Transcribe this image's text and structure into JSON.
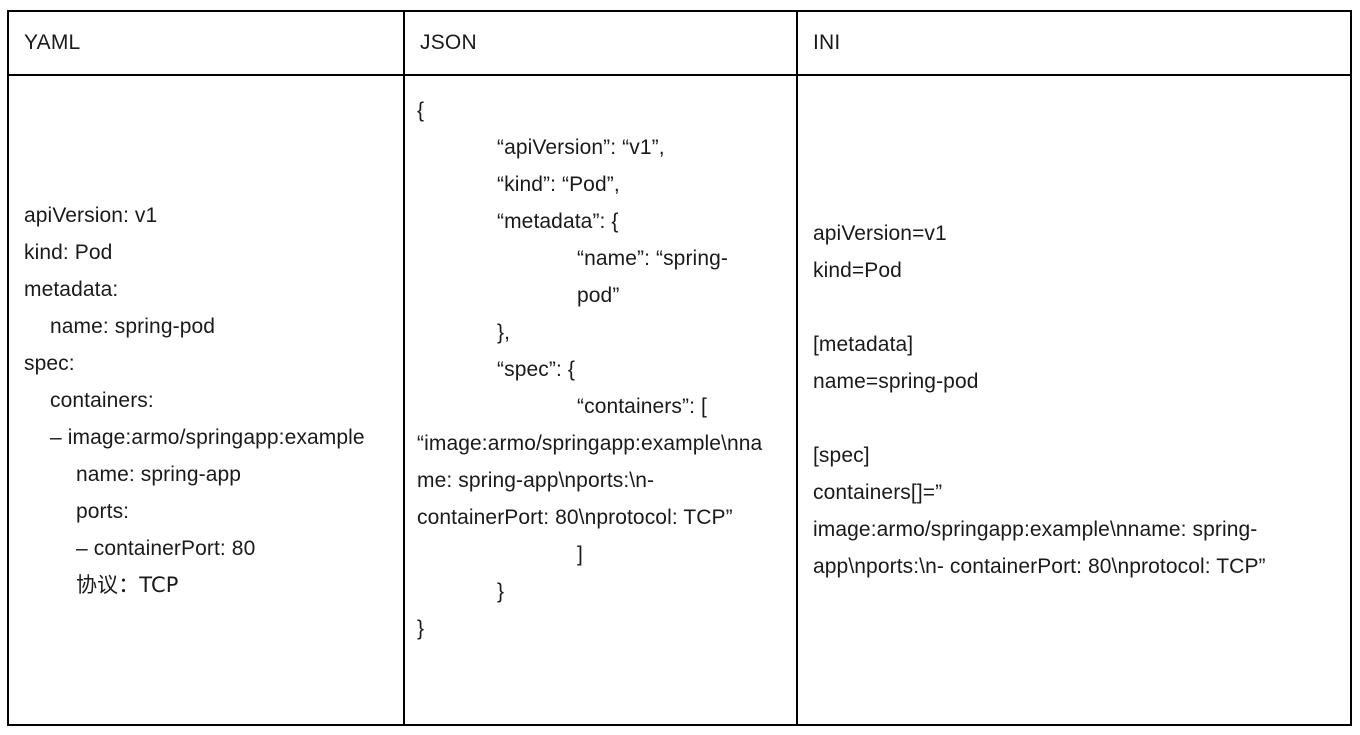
{
  "table": {
    "columns": [
      {
        "id": "yaml",
        "header": "YAML"
      },
      {
        "id": "json",
        "header": "JSON"
      },
      {
        "id": "ini",
        "header": "INI"
      }
    ],
    "border_color": "#000000",
    "text_color": "#1a1a1a",
    "background_color": "#ffffff"
  },
  "yaml": {
    "lines": [
      {
        "text": "apiVersion: v1",
        "indent": 0
      },
      {
        "text": "kind: Pod",
        "indent": 0
      },
      {
        "text": "metadata:",
        "indent": 0
      },
      {
        "text": "name: spring-pod",
        "indent": 1
      },
      {
        "text": "spec:",
        "indent": 0
      },
      {
        "text": "containers:",
        "indent": 1
      },
      {
        "text": "– image:armo/springapp:example",
        "indent": 1
      },
      {
        "text": "name: spring-app",
        "indent": 2
      },
      {
        "text": "ports:",
        "indent": 2
      },
      {
        "text": "– containerPort: 80",
        "indent": 2
      },
      {
        "text": "协议：TCP",
        "indent": 2
      }
    ]
  },
  "json": {
    "lines": [
      {
        "text": "{",
        "indent": 0
      },
      {
        "text": "“apiVersion”: “v1”,",
        "indent": 1
      },
      {
        "text": "“kind”: “Pod”,",
        "indent": 1
      },
      {
        "text": "“metadata”: {",
        "indent": 1
      },
      {
        "text": "“name”: “spring-pod”",
        "indent": 2
      },
      {
        "text": "},",
        "indent": 1
      },
      {
        "text": "“spec”: {",
        "indent": 1
      },
      {
        "text": "“containers”: [",
        "indent": 2
      },
      {
        "text": "“image:armo/springapp:example\\nname: spring-app\\nports:\\n- containerPort: 80\\nprotocol: TCP”",
        "indent": 0
      },
      {
        "text": "]",
        "indent": 2
      },
      {
        "text": "}",
        "indent": 1
      },
      {
        "text": "}",
        "indent": 0
      }
    ]
  },
  "ini": {
    "lines": [
      {
        "text": "apiVersion=v1",
        "indent": 0
      },
      {
        "text": "kind=Pod",
        "indent": 0
      },
      {
        "text": "",
        "indent": 0
      },
      {
        "text": "[metadata]",
        "indent": 0
      },
      {
        "text": "name=spring-pod",
        "indent": 0
      },
      {
        "text": "",
        "indent": 0
      },
      {
        "text": "[spec]",
        "indent": 0
      },
      {
        "text": "containers[]=”",
        "indent": 0
      },
      {
        "text": "image:armo/springapp:example\\nname: spring-app\\nports:\\n- containerPort: 80\\nprotocol: TCP”",
        "indent": 0
      }
    ]
  }
}
